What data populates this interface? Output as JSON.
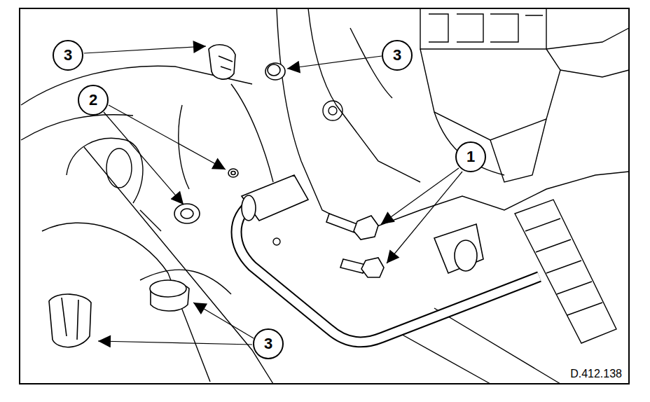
{
  "diagram": {
    "nodes": [
      {
        "text": [
          "3"
        ]
      },
      {
        "text": [
          "3"
        ]
      },
      {
        "text": [
          "2"
        ]
      },
      {
        "text": [
          "1"
        ]
      },
      {
        "text": [
          "3"
        ]
      }
    ],
    "labels": [
      "D.412.138"
    ]
  }
}
